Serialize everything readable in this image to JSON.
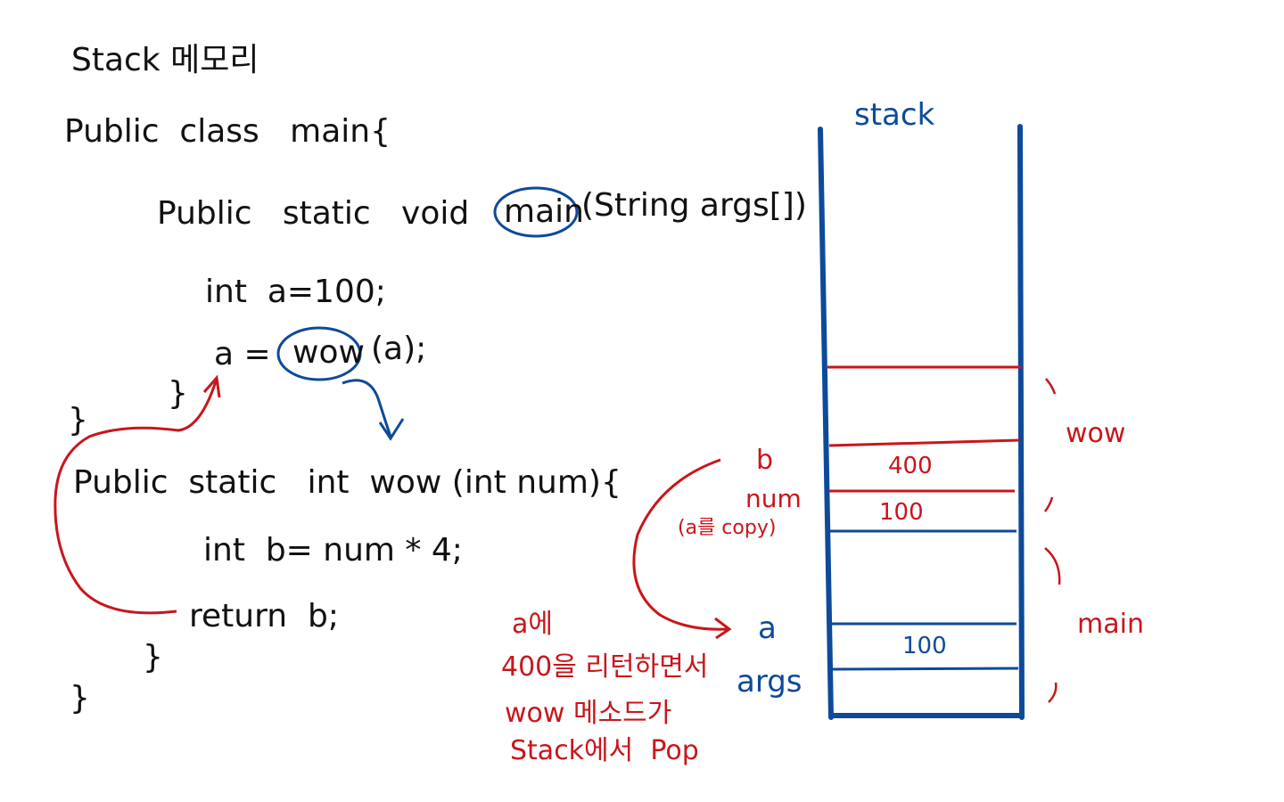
{
  "title": "Stack 메모리",
  "colors": {
    "ink": "#111111",
    "blue": "#0d4a9a",
    "red": "#c8161c"
  },
  "code": {
    "line1": "Public  class   main{",
    "line2": "Public   static   void",
    "main_word": "main",
    "line2_rest": "(String args[])",
    "line3": "int  a=100;",
    "line4_a": "a =",
    "wow_word": "wow",
    "line4_rest": "(a);",
    "close1": "}",
    "close2": "}",
    "line5": "Public  static   int  wow (int num){",
    "line6": "int  b= num * 4;",
    "line7": "return  b;",
    "close3": "}",
    "close4": "}"
  },
  "stack": {
    "title": "stack",
    "frames": [
      {
        "label": "wow",
        "color": "red"
      },
      {
        "label": "main",
        "color": "red"
      }
    ],
    "cells": [
      {
        "var": "b",
        "value": "400",
        "line": "red"
      },
      {
        "var": "num",
        "value": "100",
        "line": "red"
      },
      {
        "var": "a",
        "value": "100",
        "line": "blue"
      },
      {
        "var": "args",
        "value": "",
        "line": "blue"
      }
    ],
    "copy_note": "(a를 copy)"
  },
  "notes": {
    "n1": "a에",
    "n2": "400을 리턴하면서",
    "n3": "wow 메소드가",
    "n4": "Stack에서  Pop"
  }
}
